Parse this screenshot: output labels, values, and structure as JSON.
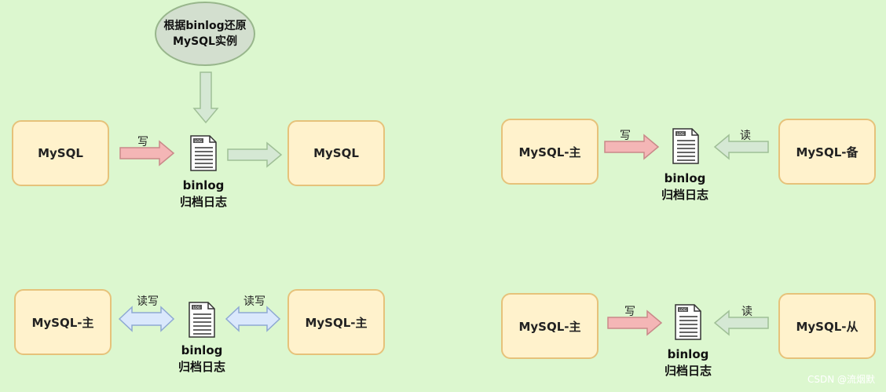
{
  "top_left": {
    "note": [
      "根据binlog还原",
      "MySQL实例"
    ],
    "source": "MySQL",
    "write_label": "写",
    "log": [
      "binlog",
      "归档日志"
    ],
    "target": "MySQL"
  },
  "top_right": {
    "primary": "MySQL-主",
    "write_label": "写",
    "log": [
      "binlog",
      "归档日志"
    ],
    "read_label": "读",
    "standby": "MySQL-备"
  },
  "bottom_left": {
    "left": "MySQL-主",
    "left_label": "读写",
    "log": [
      "binlog",
      "归档日志"
    ],
    "right_label": "读写",
    "right": "MySQL-主"
  },
  "bottom_right": {
    "primary": "MySQL-主",
    "write_label": "写",
    "log": [
      "binlog",
      "归档日志"
    ],
    "read_label": "读",
    "replica": "MySQL-从"
  },
  "watermark": "CSDN @流烟默",
  "colors": {
    "background": "#dcf7cf",
    "box_fill": "#fff2cc",
    "box_border": "#e6c27a",
    "write_arrow": "#f4b6b6",
    "read_arrow": "#d5e8d4",
    "readwrite_arrow": "#dae8fc"
  },
  "icons": {
    "log_file": "log-file-icon"
  }
}
